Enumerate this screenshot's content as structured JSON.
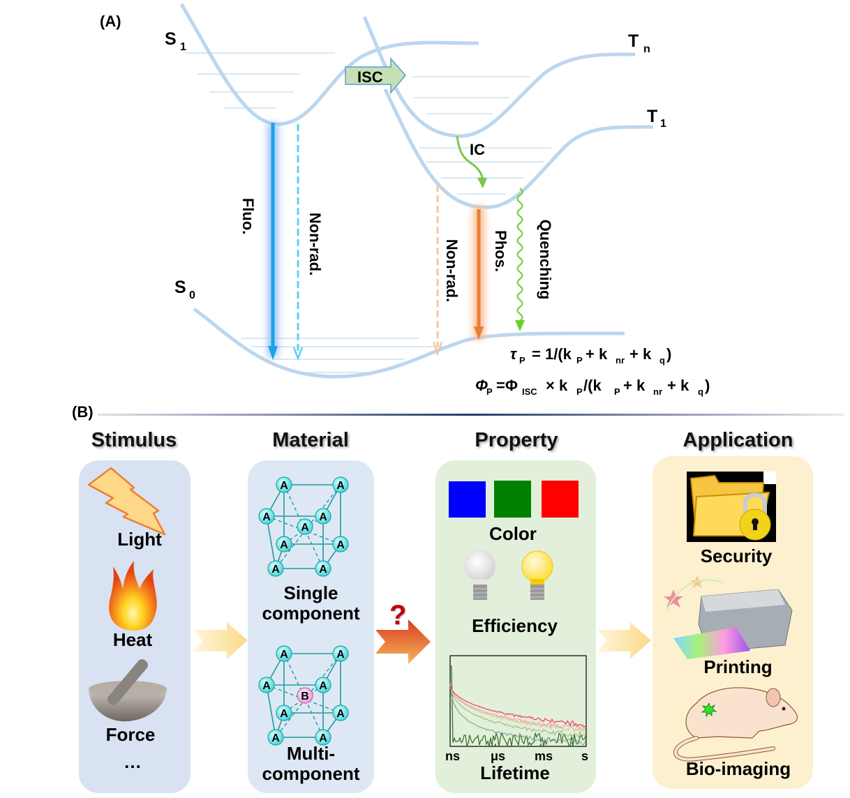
{
  "panel_a": {
    "label": "(A)",
    "states": {
      "s1": {
        "main": "S",
        "sub": "1"
      },
      "s0": {
        "main": "S",
        "sub": "0"
      },
      "tn": {
        "main": "T",
        "sub": "n"
      },
      "t1": {
        "main": "T",
        "sub": "1"
      }
    },
    "isc_label": "ISC",
    "ic_label": "IC",
    "transitions": {
      "fluo": "Fluo.",
      "nonrad_singlet": "Non-rad.",
      "nonrad_triplet": "Non-rad.",
      "phos": "Phos.",
      "quenching": "Quenching"
    },
    "colors": {
      "curve": "#bcd6ee",
      "fluo": "#1aa3e8",
      "nonrad_singlet": "#5fd0f2",
      "nonrad_triplet": "#f4c7a6",
      "phos": "#e97f33",
      "quench": "#6ccf2a",
      "isc_fill": "#c6e0b4",
      "isc_stroke": "#5b9bd5"
    },
    "equations": {
      "tau": {
        "lhs": "τ",
        "lhs_sub": "P",
        "rhs": "= 1/(k",
        "k1_sub": "P",
        "plus1": "+ k",
        "k2_sub": "nr",
        "plus2": "+ k",
        "k3_sub": "q",
        "close": ")"
      },
      "phi": {
        "lhs": "Φ",
        "lhs_sub": "P",
        "eq": "=Φ",
        "isc_sub": "ISC",
        "times": "× k",
        "kp_sub": "P",
        "div": "/(k",
        "k1_sub": "P",
        "plus1": "+ k",
        "k2_sub": "nr",
        "plus2": "+ k",
        "k3_sub": "q",
        "close": ")"
      }
    }
  },
  "panel_b": {
    "label": "(B)",
    "columns": [
      {
        "header": "Stimulus",
        "bg": "#d8e2f2",
        "items": [
          "Light",
          "Heat",
          "Force",
          "…"
        ]
      },
      {
        "header": "Material",
        "bg": "#dde8f4",
        "items": [
          "Single\ncomponent",
          "Multi-\ncomponent"
        ],
        "atom_a": "A",
        "atom_b": "B"
      },
      {
        "header": "Property",
        "bg": "#e2efda",
        "items": [
          "Color",
          "Efficiency",
          "Lifetime"
        ],
        "swatches": [
          "#0000ff",
          "#008000",
          "#ff0000"
        ]
      },
      {
        "header": "Application",
        "bg": "#fdf0cf",
        "items": [
          "Security",
          "Printing",
          "Bio-imaging"
        ]
      }
    ],
    "question_mark": "?",
    "lifetime_axis": [
      "ns",
      "μs",
      "ms",
      "s"
    ]
  }
}
